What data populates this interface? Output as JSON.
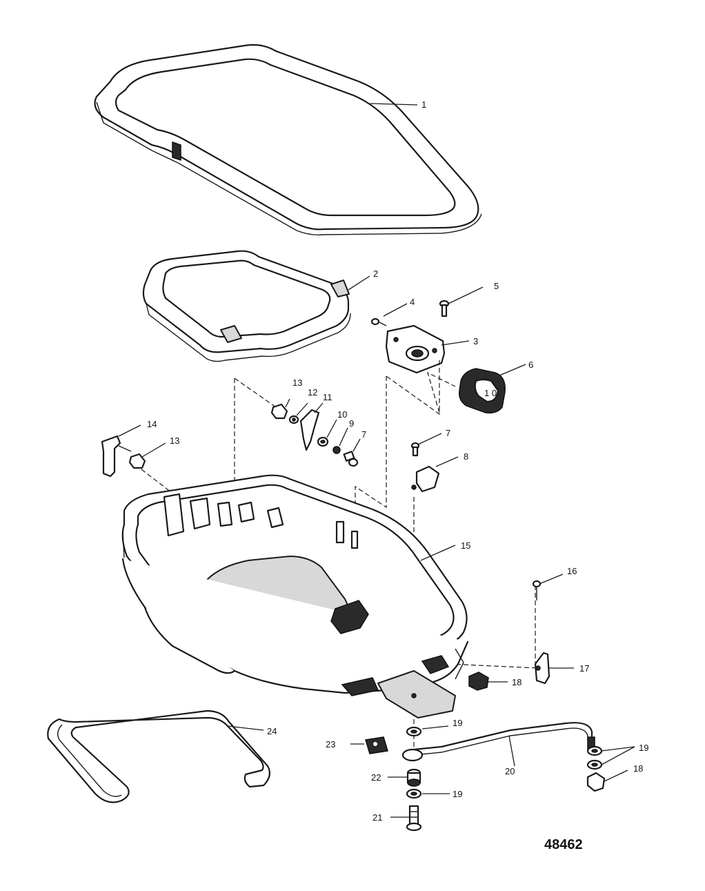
{
  "diagram": {
    "figure_number": "48462",
    "callouts": [
      "1",
      "2",
      "3",
      "4",
      "5",
      "6",
      "7",
      "8",
      "9",
      "10",
      "11",
      "12",
      "13",
      "14",
      "15",
      "16",
      "17",
      "18",
      "19",
      "20",
      "21",
      "22",
      "23",
      "24"
    ],
    "colors": {
      "ink": "#1a1a1a",
      "paper": "#ffffff"
    }
  }
}
